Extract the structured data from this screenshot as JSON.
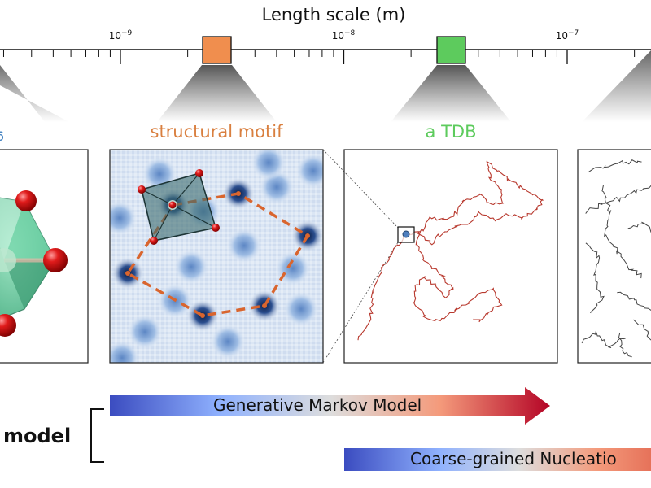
{
  "axis": {
    "title": "Length scale (m)",
    "ticks": [
      {
        "base": "10",
        "exp": "−9"
      },
      {
        "base": "10",
        "exp": "−8"
      },
      {
        "base": "10",
        "exp": "−7"
      }
    ]
  },
  "scale_markers": [
    {
      "label": "structural motif",
      "color": "#f08e4e"
    },
    {
      "label": "a TDB",
      "color": "#5dcb5d"
    }
  ],
  "panels": {
    "left_partial": {
      "title_fragment": "6",
      "color": "#3f7fbf"
    },
    "motif": {
      "title": "structural motif",
      "color": "#d97f3f"
    },
    "tdb": {
      "title": "a TDB",
      "color": "#5dcb5d"
    }
  },
  "models": {
    "label": "model",
    "generative": "Generative Markov Model",
    "coarse": "Coarse-grained Nucleatio"
  },
  "colors": {
    "blue": "#3b4cc0",
    "red": "#b40426",
    "trace_red": "#b8392e",
    "dash_orange": "#d9652e"
  }
}
